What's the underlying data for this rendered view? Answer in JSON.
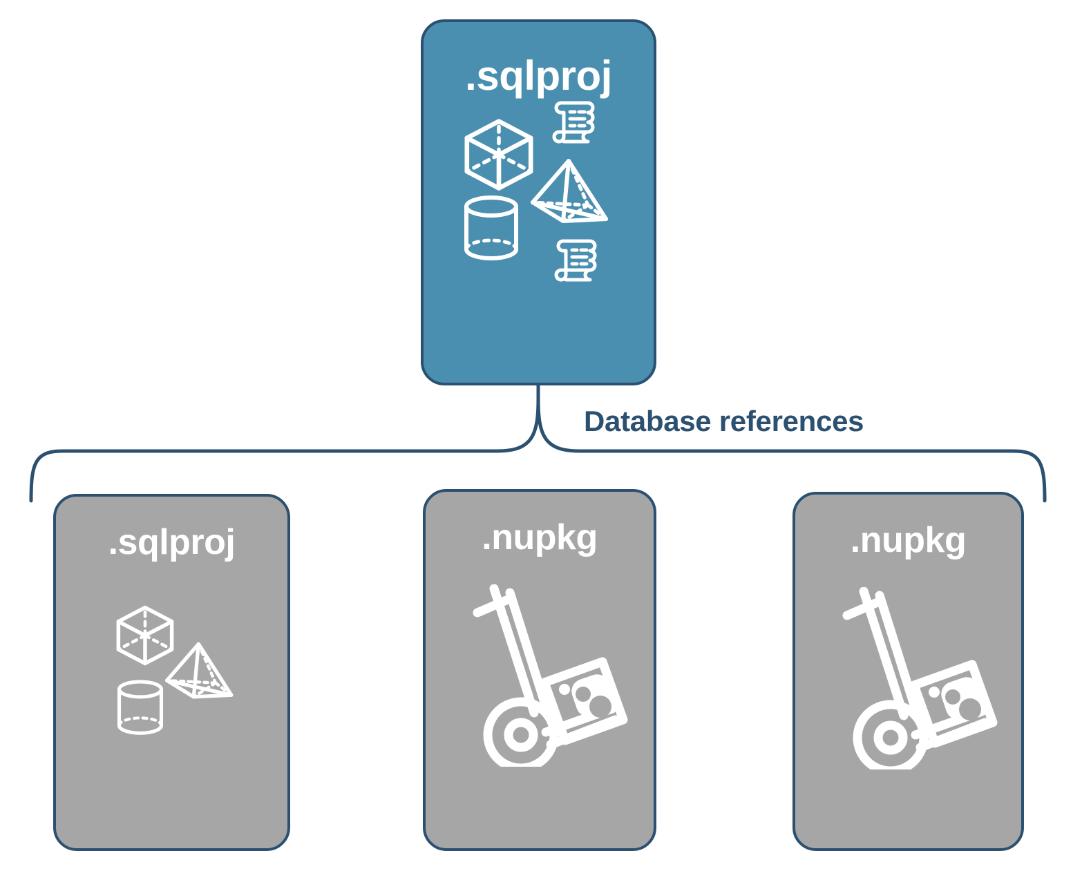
{
  "diagram": {
    "title_text": "Database references",
    "colors": {
      "primary_fill": "#4a8fb0",
      "secondary_fill": "#a6a6a6",
      "border": "#2b5070",
      "label_text": "#2b5070",
      "icon_stroke": "#ffffff",
      "background": "#ffffff"
    },
    "root": {
      "label": ".sqlproj",
      "fill": "primary",
      "icons": [
        "cube-icon",
        "scroll-icon",
        "pyramid-icon",
        "cylinder-icon",
        "scroll-icon"
      ]
    },
    "connector": {
      "type": "curly-brace",
      "label": "Database references"
    },
    "children": [
      {
        "label": ".sqlproj",
        "fill": "secondary",
        "icons": [
          "cube-icon",
          "pyramid-icon",
          "cylinder-icon"
        ]
      },
      {
        "label": ".nupkg",
        "fill": "secondary",
        "icons": [
          "hand-truck-package-icon"
        ]
      },
      {
        "label": ".nupkg",
        "fill": "secondary",
        "icons": [
          "hand-truck-package-icon"
        ]
      }
    ]
  }
}
